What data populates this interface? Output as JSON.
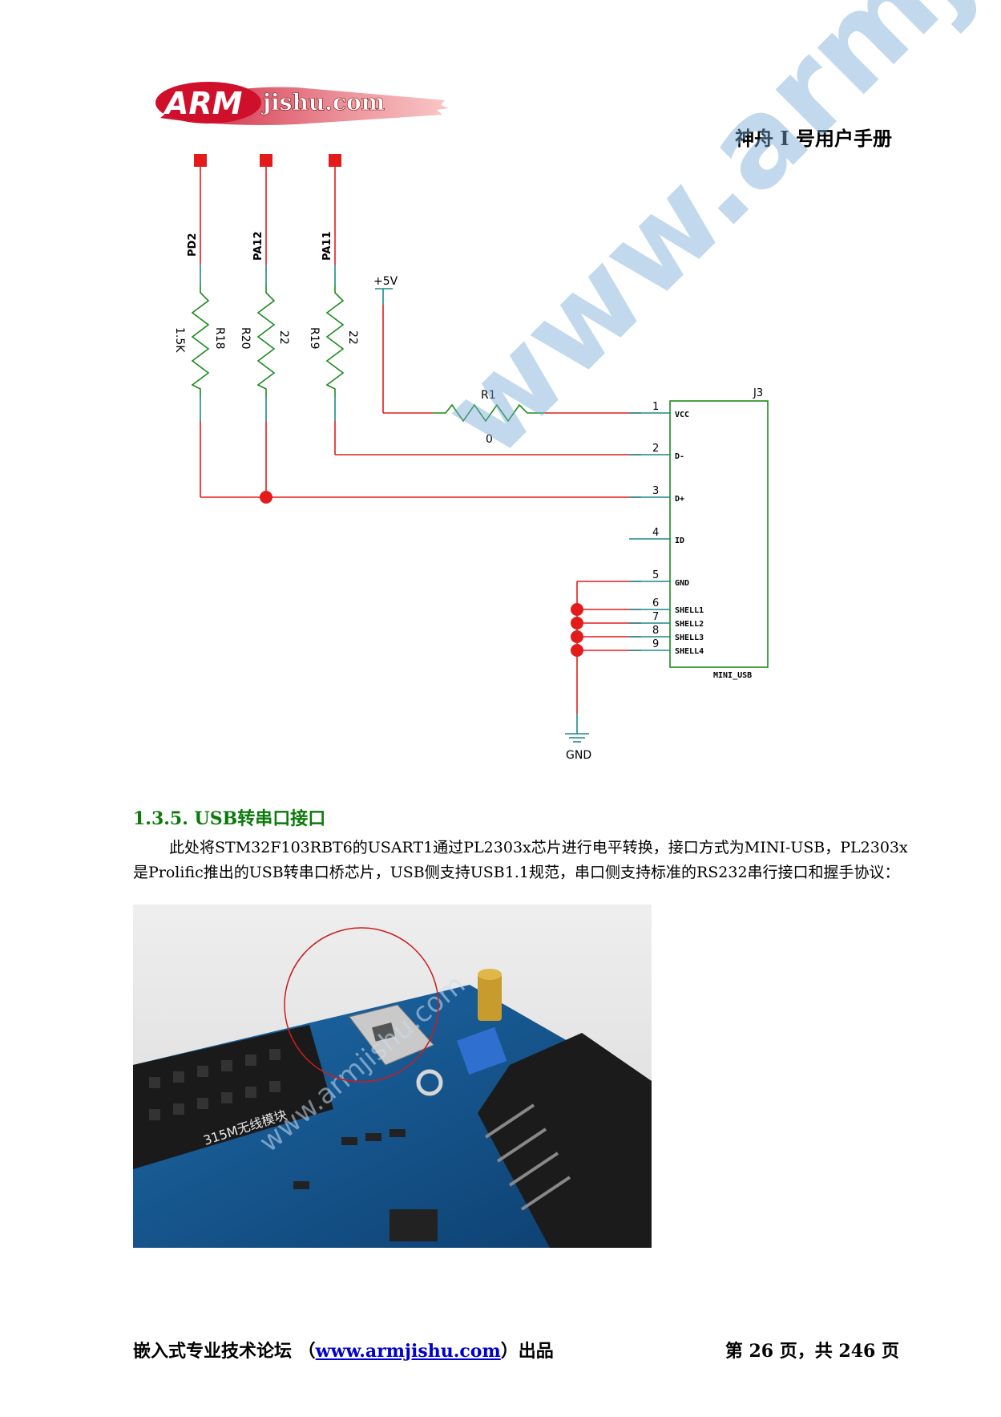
{
  "header": {
    "logo_text_arm": "ARM",
    "logo_text_site": "jishu.com",
    "doc_title": "神舟 I 号用户手册"
  },
  "schematic": {
    "nets": {
      "pd2": "PD2",
      "pa12": "PA12",
      "pa11": "PA11",
      "vcc": "+5V",
      "gnd": "GND"
    },
    "resistors": {
      "r18": {
        "ref": "R18",
        "value": "1.5K"
      },
      "r20": {
        "ref": "R20",
        "value": "22"
      },
      "r19": {
        "ref": "R19",
        "value": "22"
      },
      "r1": {
        "ref": "R1",
        "value": "0"
      }
    },
    "connector": {
      "ref": "J3",
      "name": "MINI_USB",
      "pins": [
        {
          "num": "1",
          "name": "VCC"
        },
        {
          "num": "2",
          "name": "D-"
        },
        {
          "num": "3",
          "name": "D+"
        },
        {
          "num": "4",
          "name": "ID"
        },
        {
          "num": "5",
          "name": "GND"
        },
        {
          "num": "6",
          "name": "SHELL1"
        },
        {
          "num": "7",
          "name": "SHELL2"
        },
        {
          "num": "8",
          "name": "SHELL3"
        },
        {
          "num": "9",
          "name": "SHELL4"
        }
      ]
    },
    "colors": {
      "wire": "#e31b1b",
      "pin": "#1a8a8a",
      "resistor": "#1c8a1c",
      "body": "#1c8a1c",
      "text": "#000000"
    }
  },
  "watermark": "www.armjishu.com",
  "section": {
    "heading": "1.3.5.  USB转串口接口",
    "paragraph": "此处将STM32F103RBT6的USART1通过PL2303x芯片进行电平转换，接口方式为MINI-USB，PL2303x是Prolific推出的USB转串口桥芯片，USB侧支持USB1.1规范，串口侧支持标准的RS232串行接口和握手协议："
  },
  "photo": {
    "silkscreen_label": "315M无线模块",
    "watermark": "www.armjishu.com"
  },
  "footer": {
    "left_prefix": "嵌入式专业技术论坛  （",
    "link": "www.armjishu.com",
    "left_suffix": "）出品",
    "right": "第 26 页，共 246 页"
  }
}
